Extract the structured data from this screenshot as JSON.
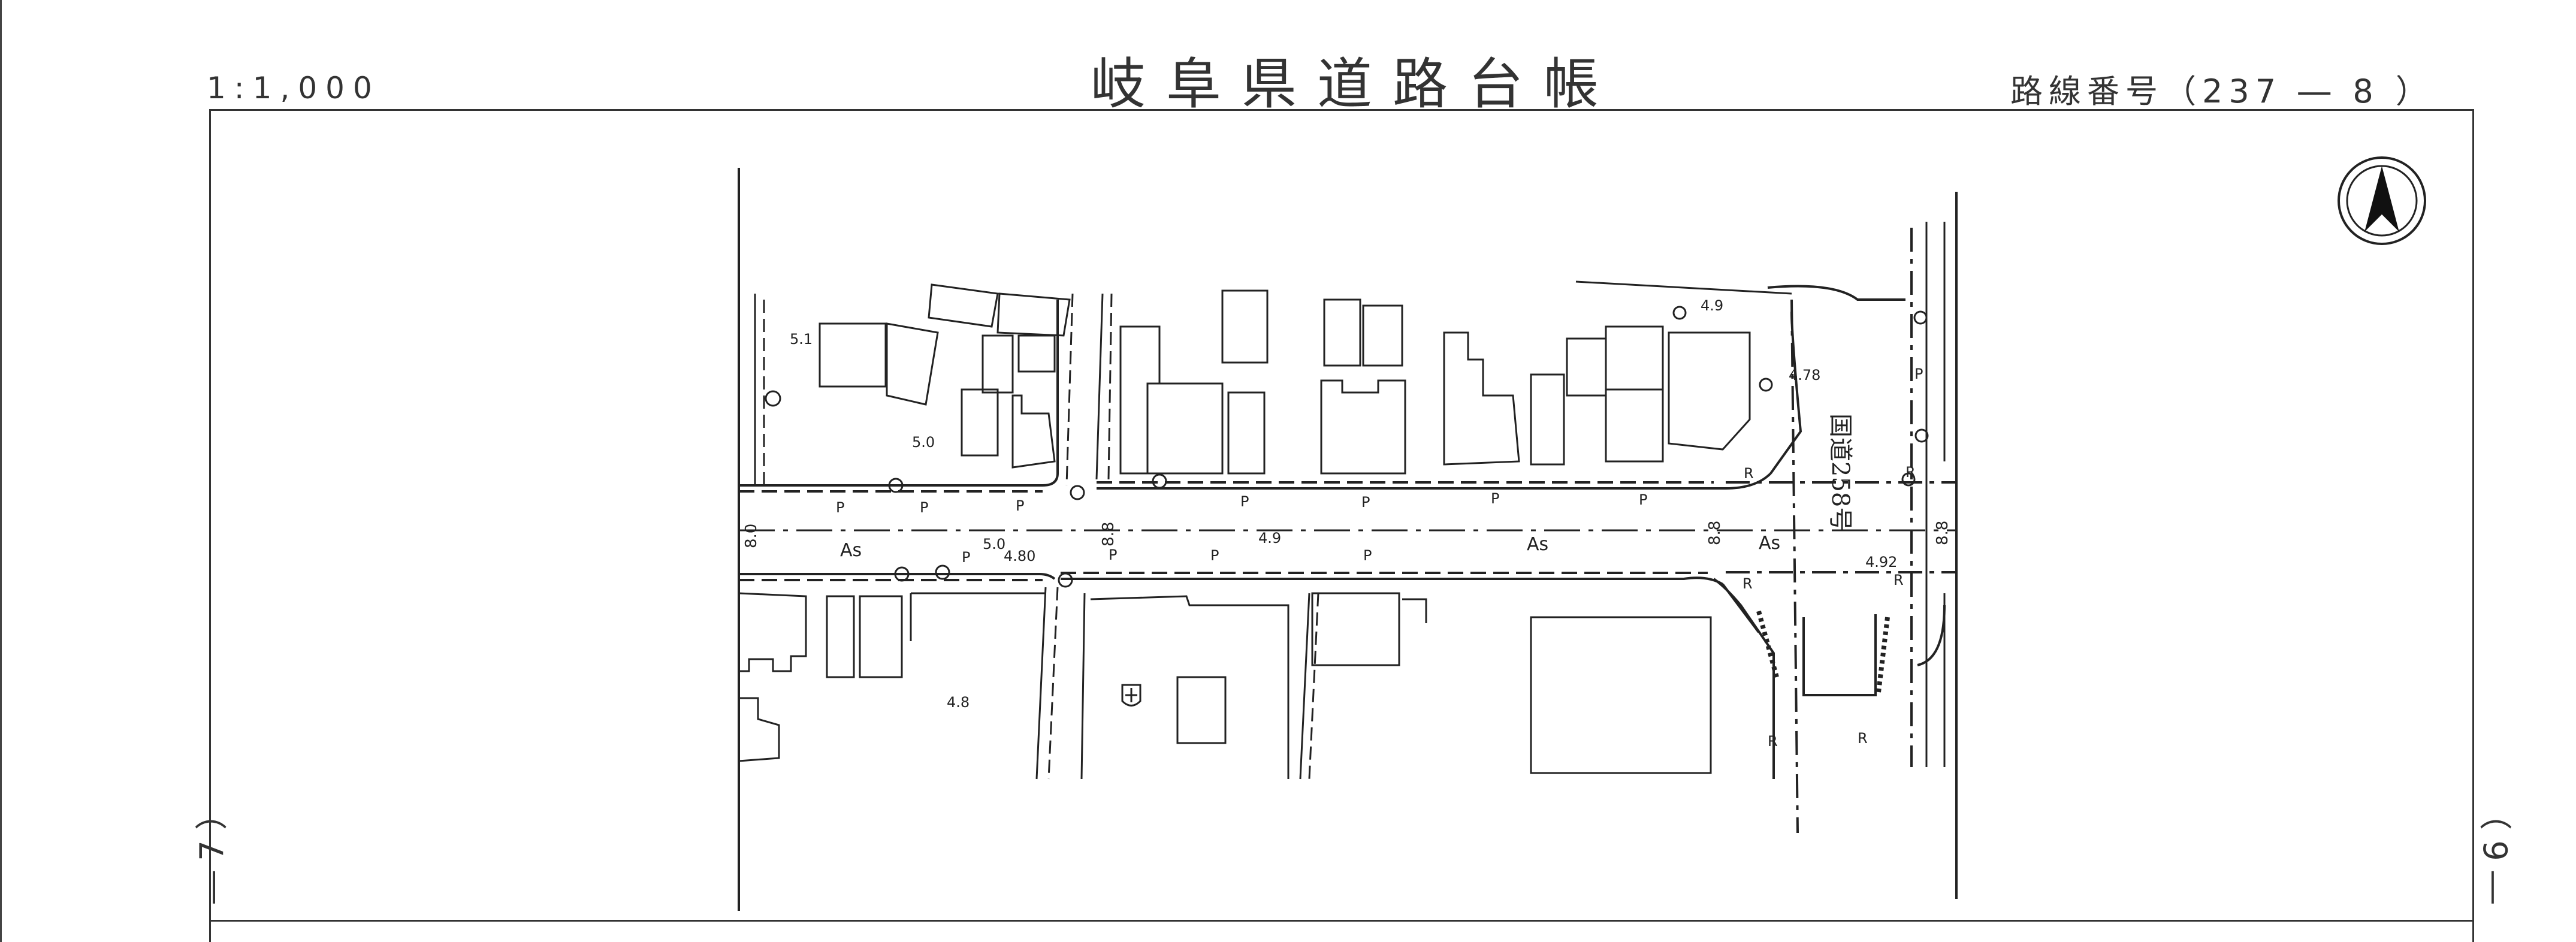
{
  "sheet": {
    "scale": "1:1,000",
    "title": "岐阜県道路台帳",
    "route_number": "路線番号（237 ― 8 ）",
    "adjacent_left": "― 7 ）",
    "adjacent_right": "（ 9 ―"
  },
  "map": {
    "road_name": "国道258号",
    "north_arrow": "north-arrow-icon",
    "elevation_points": [
      "5.1",
      "5.0",
      "4.8",
      "4.9",
      "4.78",
      "4.92",
      "4.80",
      "5.0",
      "4.9"
    ],
    "road_widths": [
      "8.0",
      "8.8",
      "8.8",
      "8.8"
    ],
    "pavement_labels": [
      "As",
      "As",
      "As"
    ],
    "pole_markers": [
      "P",
      "P",
      "P",
      "P",
      "P",
      "P",
      "P",
      "P",
      "P",
      "P",
      "P",
      "P"
    ],
    "road_markers": [
      "R",
      "R",
      "R",
      "R",
      "R",
      "R"
    ]
  }
}
